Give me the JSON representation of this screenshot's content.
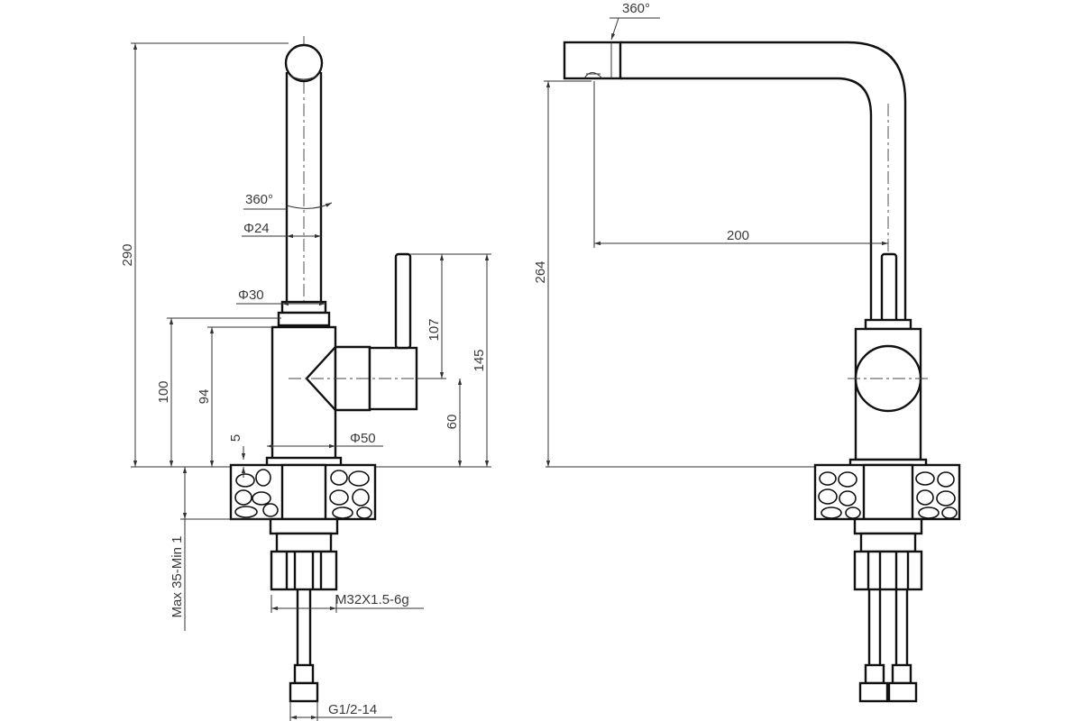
{
  "labels": {
    "rotation_side": "360°",
    "rotation_front": "360°",
    "d_spout": "Φ24",
    "d_swivel": "Φ30",
    "d_base": "Φ50",
    "h_total": "290",
    "h_body": "100",
    "h_lever_axis": "94",
    "h_base_ring": "5",
    "h_lever": "107",
    "h_lever_top": "145",
    "h_lever_axis_right": "60",
    "mount_range": "Max 35-Min 1",
    "thread_shank": "M32X1.5-6g",
    "thread_hose": "G1/2-14",
    "reach": "200",
    "h_outlet": "264"
  }
}
